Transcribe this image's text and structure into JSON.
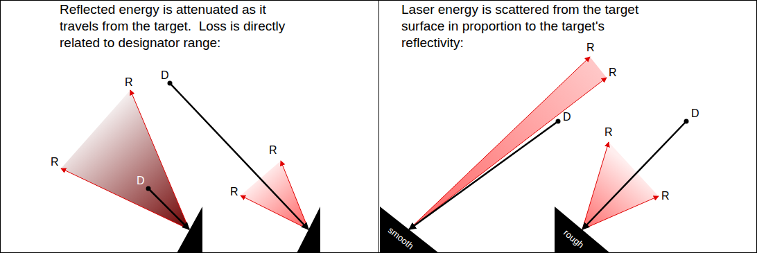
{
  "diagram": {
    "nodes": [
      {
        "text": [
          "Reflected energy is attenuated as it travels from the target.  Loss is directly related to designator range:"
        ]
      },
      {
        "text": [
          "Laser energy is scattered from the target surface in proportion to the target's reflectivity:"
        ]
      },
      {
        "text": [
          "smooth"
        ],
        "in": 1
      },
      {
        "text": [
          "rough"
        ],
        "in": 1
      }
    ],
    "labels": [
      "D",
      "R",
      "R",
      "R",
      "D",
      "R",
      "R",
      "R",
      "D",
      "D",
      "R",
      "R"
    ]
  }
}
